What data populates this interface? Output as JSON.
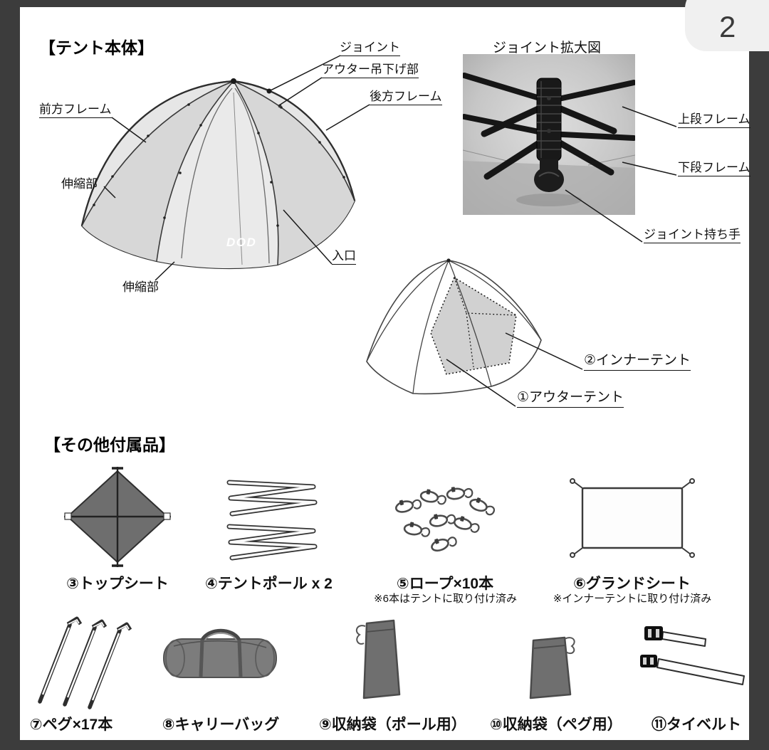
{
  "page": {
    "number": "2"
  },
  "tent_body": {
    "title": "【テント本体】",
    "labels": {
      "joint": "ジョイント",
      "outer_hang": "アウター吊下げ部",
      "rear_frame": "後方フレーム",
      "front_frame": "前方フレーム",
      "telescopic_upper": "伸縮部",
      "telescopic_lower": "伸縮部",
      "entrance": "入口"
    },
    "logo": "DOD"
  },
  "joint_detail": {
    "title": "ジョイント拡大図",
    "labels": {
      "upper_frame": "上段フレーム",
      "lower_frame": "下段フレーム",
      "handle": "ジョイント持ち手"
    }
  },
  "tent_layers": {
    "inner": "②インナーテント",
    "outer": "①アウターテント"
  },
  "accessories": {
    "title": "【その他付属品】",
    "items": [
      {
        "label": "③トップシート",
        "note": ""
      },
      {
        "label": "④テントポール x 2",
        "note": ""
      },
      {
        "label": "⑤ロープ×10本",
        "note": "※6本はテントに取り付け済み"
      },
      {
        "label": "⑥グランドシート",
        "note": "※インナーテントに取り付け済み"
      },
      {
        "label": "⑦ペグ×17本",
        "note": ""
      },
      {
        "label": "⑧キャリーバッグ",
        "note": ""
      },
      {
        "label": "⑨収納袋（ポール用）",
        "note": ""
      },
      {
        "label": "⑩収納袋（ペグ用）",
        "note": ""
      },
      {
        "label": "⑪タイベルト",
        "note": ""
      }
    ]
  }
}
